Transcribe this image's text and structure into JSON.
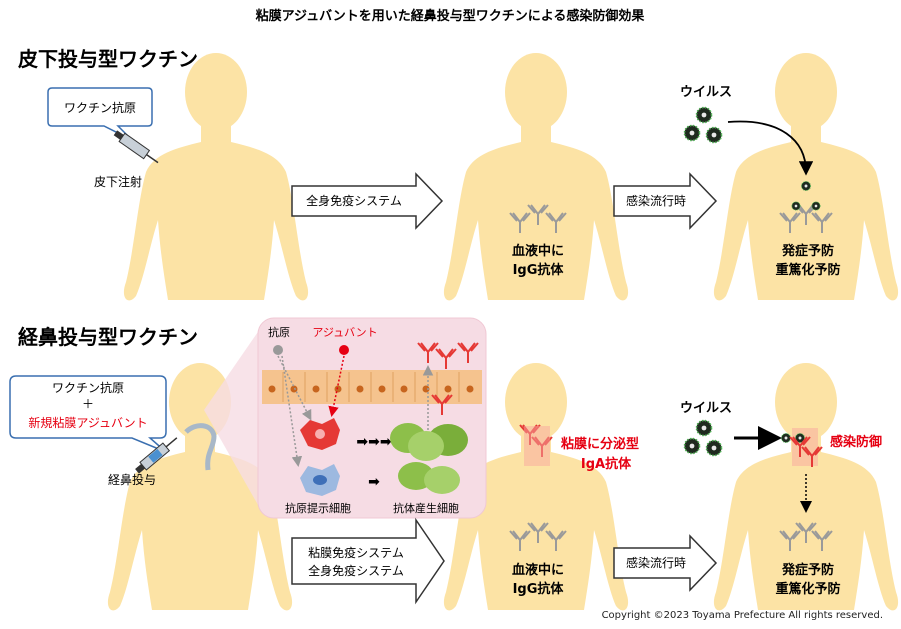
{
  "title": "粘膜アジュバントを用いた経鼻投与型ワクチンによる感染防御効果",
  "section1": {
    "heading": "皮下投与型ワクチン",
    "bubble": "ワクチン抗原",
    "route_label": "皮下注射",
    "arrow_label": "全身免疫システム",
    "blood_label_1": "血液中に",
    "blood_label_2": "IgG抗体",
    "infection_arrow_label": "感染流行時",
    "virus_label": "ウイルス",
    "result_1": "発症予防",
    "result_2": "重篤化予防"
  },
  "section2": {
    "heading": "経鼻投与型ワクチン",
    "bubble_line1": "ワクチン抗原",
    "bubble_plus": "＋",
    "bubble_line2": "新規粘膜アジュバント",
    "route_label": "経鼻投与",
    "inset": {
      "antigen_label": "抗原",
      "adjuvant_label": "アジュバント",
      "apc_label": "抗原提示細胞",
      "plasma_label": "抗体産生細胞"
    },
    "arrow_label_1": "粘膜免疫システム",
    "arrow_label_2": "全身免疫システム",
    "mucosa_label_1": "粘膜に分泌型",
    "mucosa_label_2": "IgA抗体",
    "blood_label_1": "血液中に",
    "blood_label_2": "IgG抗体",
    "infection_arrow_label": "感染流行時",
    "virus_label": "ウイルス",
    "defense_label": "感染防御",
    "result_1": "発症予防",
    "result_2": "重篤化予防"
  },
  "copyright": "Copyright ©2023 Toyama Prefecture All rights reserved.",
  "colors": {
    "body": "#FCE3A5",
    "red": "#E60012",
    "antibody_gray": "#9A9A9A",
    "virus_dark": "#1F2A1F",
    "virus_ring": "#4CAF50",
    "inset_bg": "#F6DCE4"
  }
}
